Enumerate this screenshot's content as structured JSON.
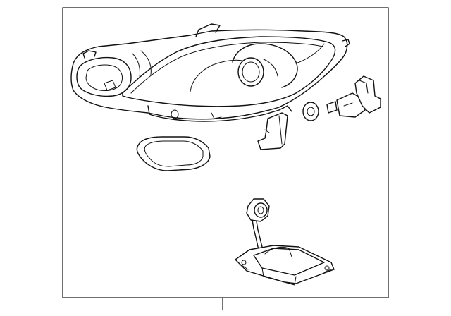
{
  "diagram": {
    "parts": [
      {
        "name": "headlamp-assembly"
      },
      {
        "name": "lamp-housing-gasket"
      },
      {
        "name": "o-ring-seal"
      },
      {
        "name": "bulb-socket"
      },
      {
        "name": "mounting-bracket"
      },
      {
        "name": "hid-ballast-module"
      },
      {
        "name": "igniter-connector"
      }
    ],
    "colors": {
      "line": "#111111",
      "background": "#ffffff"
    }
  }
}
